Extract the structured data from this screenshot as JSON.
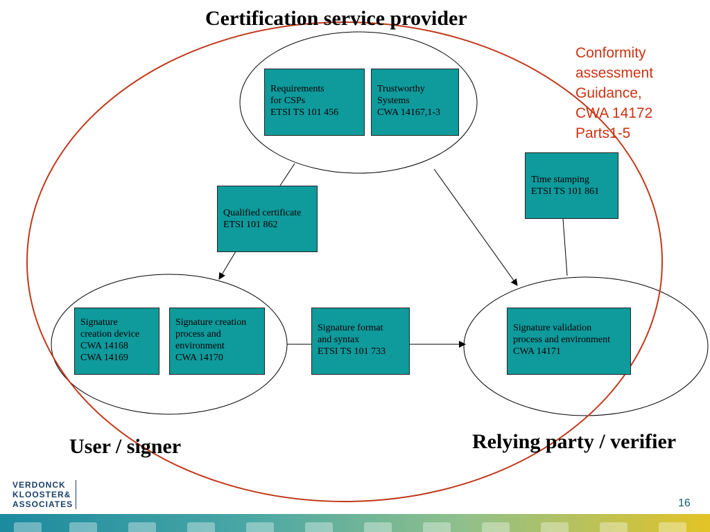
{
  "titles": {
    "csp": "Certification service provider",
    "user": "User / signer",
    "relying": "Relying party / verifier"
  },
  "conformity_note": "Conformity\nassessment\nGuidance,\nCWA 14172\nParts1-5",
  "boxes": {
    "requirements": "Requirements\nfor CSPs\nETSI TS 101 456",
    "trustworthy": "Trustworthy\nSystems\nCWA 14167,1-3",
    "qualified_certificate": "Qualified certificate\nETSI 101 862",
    "time_stamping": "Time stamping\nETSI TS 101 861",
    "signature_creation_device": "Signature\ncreation device\nCWA 14168\nCWA 14169",
    "signature_creation_process": "Signature creation\nprocess and\nenvironment\nCWA 14170",
    "signature_format": "Signature format\nand syntax\nETSI TS 101 733",
    "signature_validation": "Signature validation\nprocess and environment\nCWA 14171"
  },
  "logo": {
    "line1": "VERDONCK",
    "line2": "KLOOSTER&",
    "line3": "ASSOCIATES"
  },
  "page_number": "16",
  "colors": {
    "box_fill": "#0f9a9c",
    "outer_ellipse": "#c0391b",
    "note_text": "#cc3314",
    "footer_start": "#1c8a9f",
    "footer_end": "#e3c326"
  }
}
